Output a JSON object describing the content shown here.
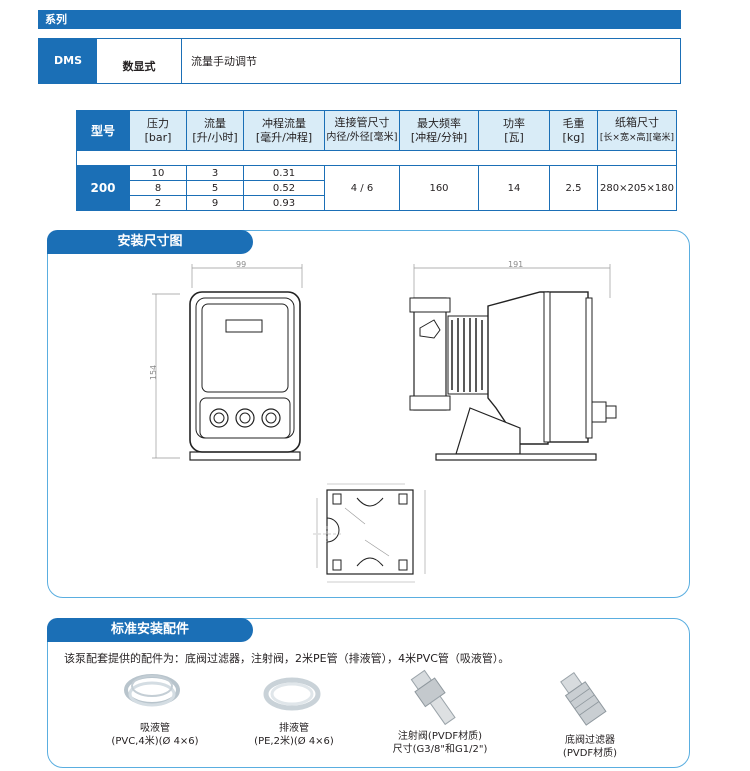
{
  "series": {
    "title": "系列"
  },
  "product": {
    "model": "DMS",
    "display": "数显式",
    "adjust": "流量手动调节"
  },
  "spec_table": {
    "headers": [
      {
        "line1": "型号",
        "line2": ""
      },
      {
        "line1": "压力",
        "line2": "[bar]"
      },
      {
        "line1": "流量",
        "line2": "[升/小时]"
      },
      {
        "line1": "冲程流量",
        "line2": "[毫升/冲程]"
      },
      {
        "line1": "连接管尺寸",
        "line2": "内径/外径[毫米]"
      },
      {
        "line1": "最大频率",
        "line2": "[冲程/分钟]"
      },
      {
        "line1": "功率",
        "line2": "[瓦]"
      },
      {
        "line1": "毛重",
        "line2": "[kg]"
      },
      {
        "line1": "纸箱尺寸",
        "line2": "[长×宽×高][毫米]"
      }
    ],
    "model": "200",
    "rows": [
      {
        "pressure": "10",
        "flow": "3",
        "stroke": "0.31"
      },
      {
        "pressure": "8",
        "flow": "5",
        "stroke": "0.52"
      },
      {
        "pressure": "2",
        "flow": "9",
        "stroke": "0.93"
      }
    ],
    "connection": "4 / 6",
    "max_freq": "160",
    "power": "14",
    "weight": "2.5",
    "box": "280×205×180"
  },
  "install": {
    "title": "安装尺寸图",
    "dims": {
      "front_width": "99",
      "front_height": "154",
      "side_width": "191"
    }
  },
  "accessories": {
    "title": "标准安装配件",
    "intro": "该泵配套提供的配件为：底阀过滤器，注射阀，2米PE管（排液管），4米PVC管（吸液管）。",
    "items": [
      {
        "name": "吸液管",
        "detail": "(PVC,4米)(Ø 4×6)"
      },
      {
        "name": "排液管",
        "detail": "(PE,2米)(Ø 4×6)"
      },
      {
        "name": "注射阀(PVDF材质)",
        "detail": "尺寸(G3/8\"和G1/2\")"
      },
      {
        "name": "底阀过滤器",
        "detail": "(PVDF材质)"
      }
    ]
  },
  "colors": {
    "brand_blue": "#1b6fb6",
    "header_fill": "#d9ecf7",
    "panel_border": "#5aaee0"
  }
}
